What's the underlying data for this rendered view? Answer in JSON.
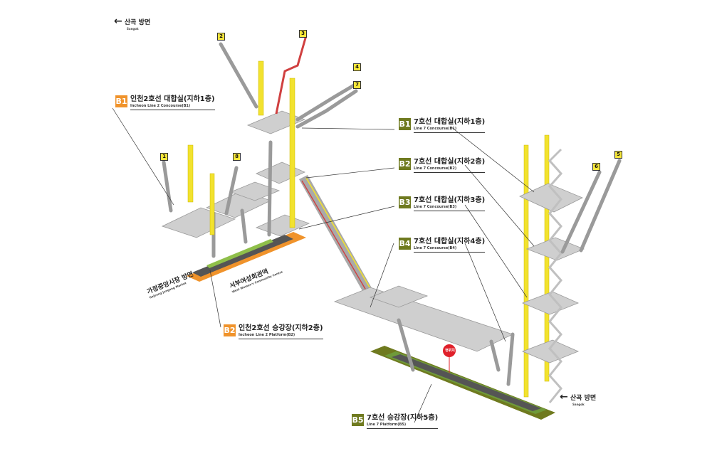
{
  "colors": {
    "line7": "#6f7a1f",
    "incheon2": "#f0932b",
    "yellow_shaft": "#f2e22e",
    "grey": "#a9a9a9",
    "red_marker": "#e0202a"
  },
  "top_direction": {
    "arrow": "←",
    "ko": "산곡 방면",
    "en": "Sangok"
  },
  "bottom_direction": {
    "arrow": "←",
    "ko": "산곡 방면",
    "en": "Sangok"
  },
  "incheon_dirs": {
    "left_ko": "가정중앙시장 방면",
    "left_en": "Gajeong Jungang Market",
    "right_ko": "서부여성회관역",
    "right_en": "West Women's Community Centre"
  },
  "levels": {
    "incheon_b1": {
      "badge": "B1",
      "ko": "인천2호선 대합실(지하1층)",
      "en": "Incheon Line 2 Concourse(B1)"
    },
    "incheon_b2": {
      "badge": "B2",
      "ko": "인천2호선 승강장(지하2층)",
      "en": "Incheon Line 2 Platform(B2)"
    },
    "l7_b1": {
      "badge": "B1",
      "ko": "7호선 대합실(지하1층)",
      "en": "Line 7 Concourse(B1)"
    },
    "l7_b2": {
      "badge": "B2",
      "ko": "7호선 대합실(지하2층)",
      "en": "Line 7 Concourse(B2)"
    },
    "l7_b3": {
      "badge": "B3",
      "ko": "7호선 대합실(지하3층)",
      "en": "Line 7 Concourse(B3)"
    },
    "l7_b4": {
      "badge": "B4",
      "ko": "7호선 대합실(지하4층)",
      "en": "Line 7 Concourse(B4)"
    },
    "l7_b5": {
      "badge": "B5",
      "ko": "7호선 승강장(지하5층)",
      "en": "Line 7 Platform(B5)"
    }
  },
  "exits": [
    "1",
    "2",
    "3",
    "4",
    "5",
    "6",
    "7",
    "8"
  ],
  "marker": {
    "label": "현위치"
  }
}
